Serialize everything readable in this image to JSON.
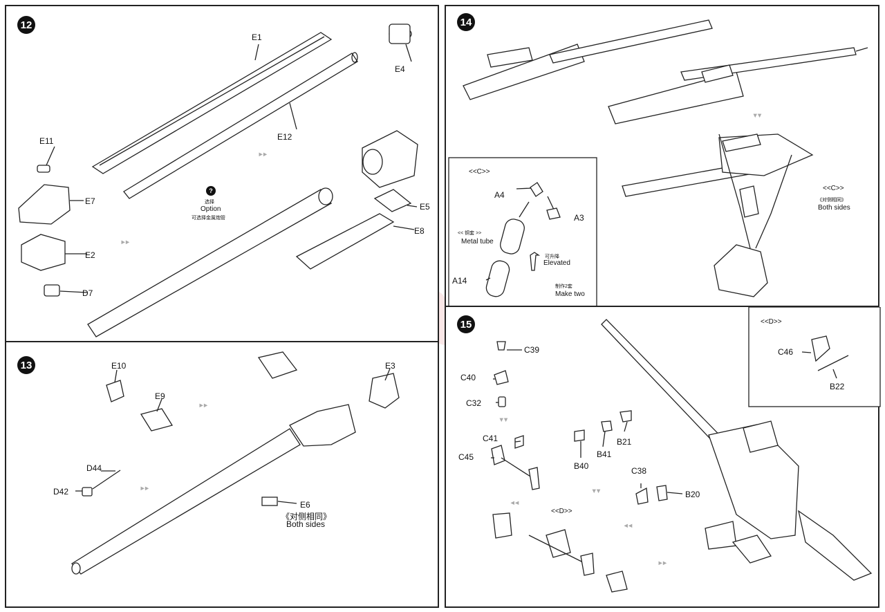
{
  "watermark": "modelartikl.cz",
  "steps": {
    "s12": "12",
    "s13": "13",
    "s14": "14",
    "s15": "15"
  },
  "step12": {
    "E1": "E1",
    "E4": "E4",
    "E12": "E12",
    "E11": "E11",
    "E7": "E7",
    "E2": "E2",
    "D7": "D7",
    "E5": "E5",
    "E8": "E8",
    "option_cn": "选择",
    "option_en": "Option",
    "option_note": "可选择金属炮管"
  },
  "step13": {
    "E10": "E10",
    "E9": "E9",
    "E3": "E3",
    "D44": "D44",
    "D42": "D42",
    "E6": "E6",
    "both_cn": "《对侧相同》",
    "both_en": "Both sides"
  },
  "step14": {
    "inset_title": "<<C>>",
    "A4": "A4",
    "A3": "A3",
    "A14": "A14",
    "metal_cn": "<< 铜套 >>",
    "metal_en": "Metal tube",
    "elev_cn": "可升降",
    "elev_en": "Elevated",
    "make_cn": "制作2套",
    "make_en": "Make two",
    "c_label": "<<C>>",
    "both_cn": "《对侧相同》",
    "both_en": "Both sides"
  },
  "step15": {
    "C39": "C39",
    "C40": "C40",
    "C32": "C32",
    "C41": "C41",
    "C45": "C45",
    "B40": "B40",
    "B41": "B41",
    "B21": "B21",
    "C38": "C38",
    "B20": "B20",
    "d_label": "<<D>>",
    "inset_title": "<<D>>",
    "C46": "C46",
    "B22": "B22"
  }
}
